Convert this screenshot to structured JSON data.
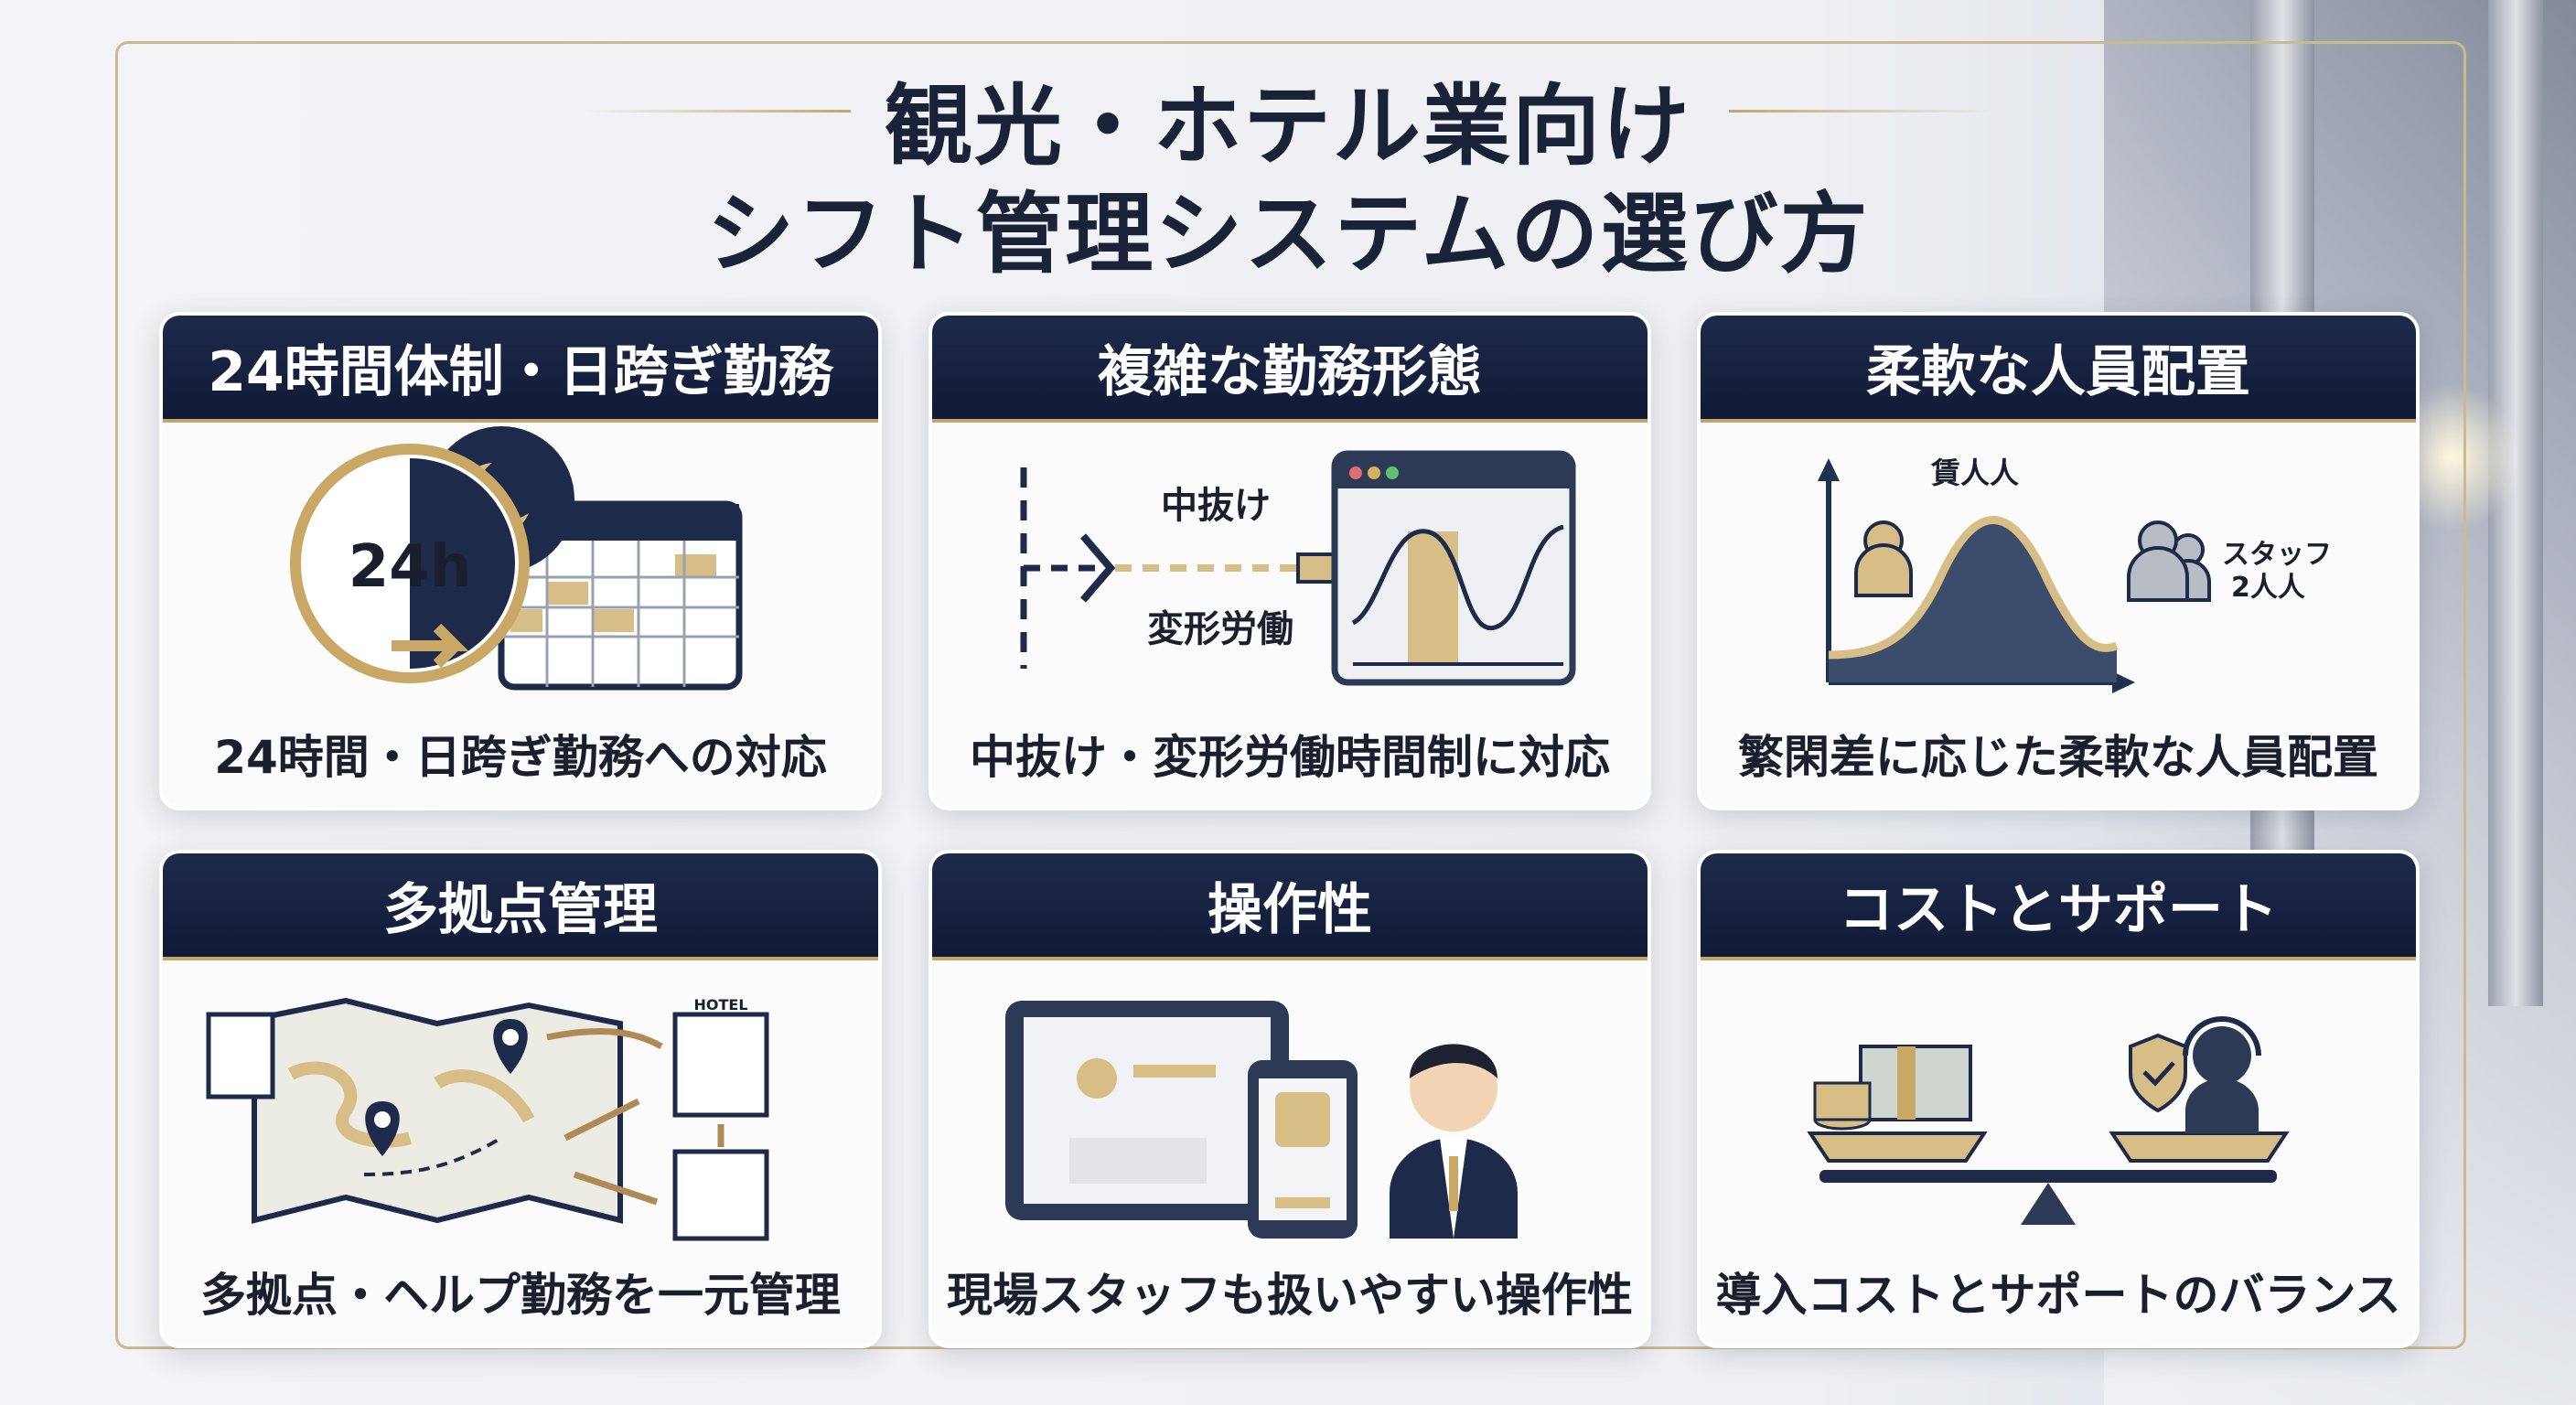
{
  "title": {
    "line1": "観光・ホテル業向け",
    "line2": "シフト管理システムの選び方"
  },
  "colors": {
    "navy": "#14203e",
    "gold": "#c9a865",
    "frame": "#cdb98a"
  },
  "cards": [
    {
      "header": "24時間体制・日跨ぎ勤務",
      "caption": "24時間・日跨ぎ勤務への対応",
      "icons": [
        "clock-icon",
        "moon-icon",
        "calendar-icon"
      ],
      "clock_label": "24h"
    },
    {
      "header": "複雑な勤務形態",
      "caption": "中抜け・変形労働時間制に対応",
      "icons": [
        "branch-arrow-icon",
        "chart-window-icon"
      ],
      "label_top": "中抜け",
      "label_bottom": "変形労働"
    },
    {
      "header": "柔軟な人員配置",
      "caption": "繁閑差に応じた柔軟な人員配置",
      "icons": [
        "demand-curve-icon",
        "person-icon",
        "people-icon"
      ],
      "peak_label": "賃人人",
      "staff_label_1": "スタッフ",
      "staff_label_2": "2人人"
    },
    {
      "header": "多拠点管理",
      "caption": "多拠点・ヘルプ勤務を一元管理",
      "icons": [
        "map-icon",
        "location-pin-icon",
        "building-icon"
      ],
      "hotel_sign": "HOTEL"
    },
    {
      "header": "操作性",
      "caption": "現場スタッフも扱いやすい操作性",
      "icons": [
        "tablet-icon",
        "smartphone-icon",
        "staff-avatar-icon"
      ]
    },
    {
      "header": "コストとサポート",
      "caption": "導入コストとサポートのバランス",
      "icons": [
        "money-stack-icon",
        "balance-scale-icon",
        "support-headset-icon",
        "shield-check-icon"
      ]
    }
  ]
}
